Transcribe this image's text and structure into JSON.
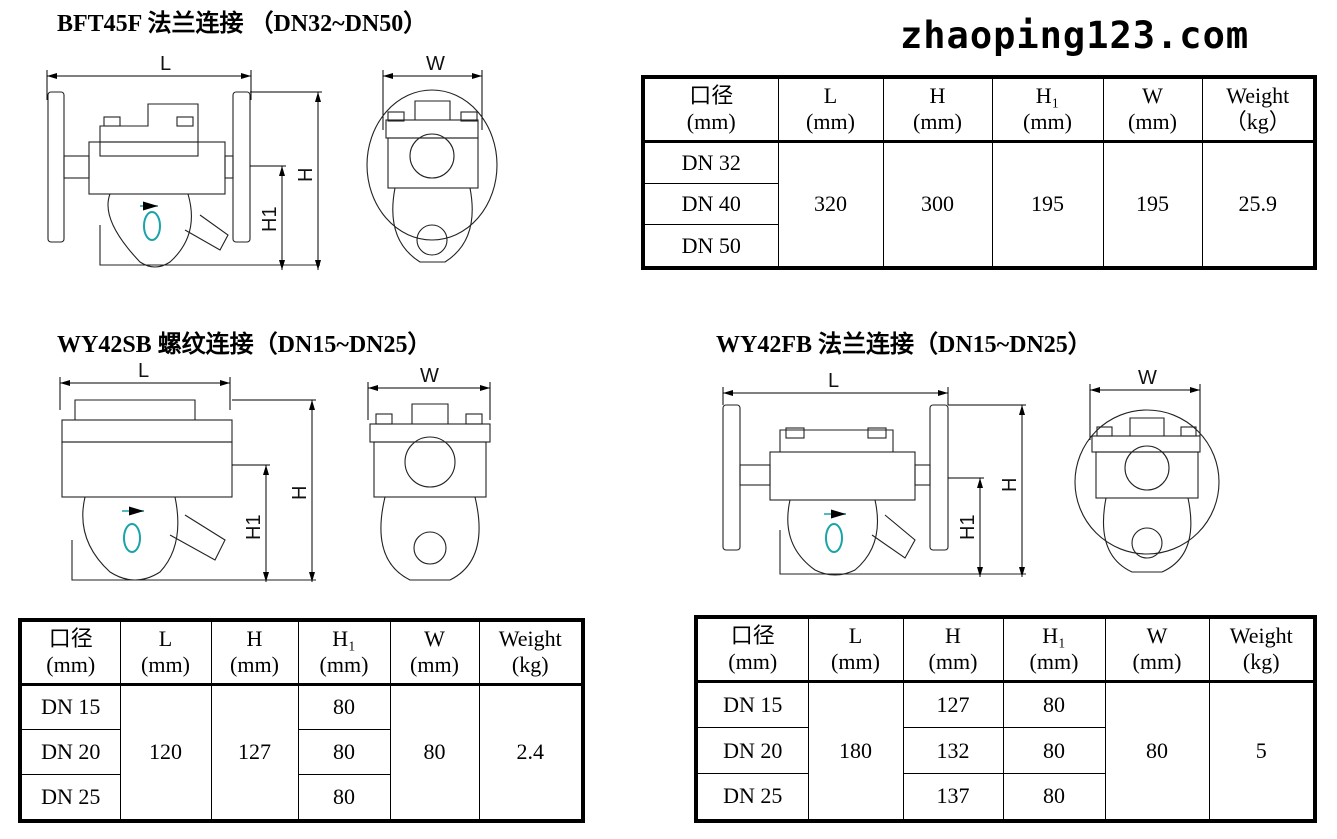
{
  "sections": [
    {
      "title": "BFT45F  法兰连接  （DN32~DN50）"
    },
    {
      "title": "WY42SB 螺纹连接（DN15~DN25）"
    },
    {
      "title": "WY42FB 法兰连接（DN15~DN25）"
    }
  ],
  "dimension_labels": {
    "L": "L",
    "H": "H",
    "H1": "H1",
    "W": "W"
  },
  "accent_color": "#1aa3a8",
  "tables": [
    {
      "headers": [
        [
          "口径",
          "(mm)"
        ],
        [
          "L",
          "(mm)"
        ],
        [
          "H",
          "(mm)"
        ],
        [
          "H₁",
          "(mm)"
        ],
        [
          "W",
          "(mm)"
        ],
        [
          "Weight",
          "（kg）"
        ]
      ],
      "rows": [
        [
          "DN 32",
          "320",
          "300",
          "195",
          "195",
          "25.9"
        ],
        [
          "DN 40"
        ],
        [
          "DN 50"
        ]
      ]
    },
    {
      "headers": [
        [
          "口径",
          "(mm)"
        ],
        [
          "L",
          "(mm)"
        ],
        [
          "H",
          "(mm)"
        ],
        [
          "H₁",
          "(mm)"
        ],
        [
          "W",
          "(mm)"
        ],
        [
          "Weight",
          "(kg)"
        ]
      ],
      "rows": [
        [
          "DN 15",
          "120",
          "127",
          "80",
          "80",
          "2.4"
        ],
        [
          "DN 20",
          "80"
        ],
        [
          "DN 25",
          "80"
        ]
      ]
    },
    {
      "headers": [
        [
          "口径",
          "(mm)"
        ],
        [
          "L",
          "(mm)"
        ],
        [
          "H",
          "(mm)"
        ],
        [
          "H₁",
          "(mm)"
        ],
        [
          "W",
          "(mm)"
        ],
        [
          "Weight",
          "(kg)"
        ]
      ],
      "rows": [
        [
          "DN 15",
          "180",
          "127",
          "80",
          "80",
          "5"
        ],
        [
          "DN 20",
          "132",
          "80"
        ],
        [
          "DN 25",
          "137",
          "80"
        ]
      ]
    }
  ],
  "watermark": "zhaoping123.com"
}
